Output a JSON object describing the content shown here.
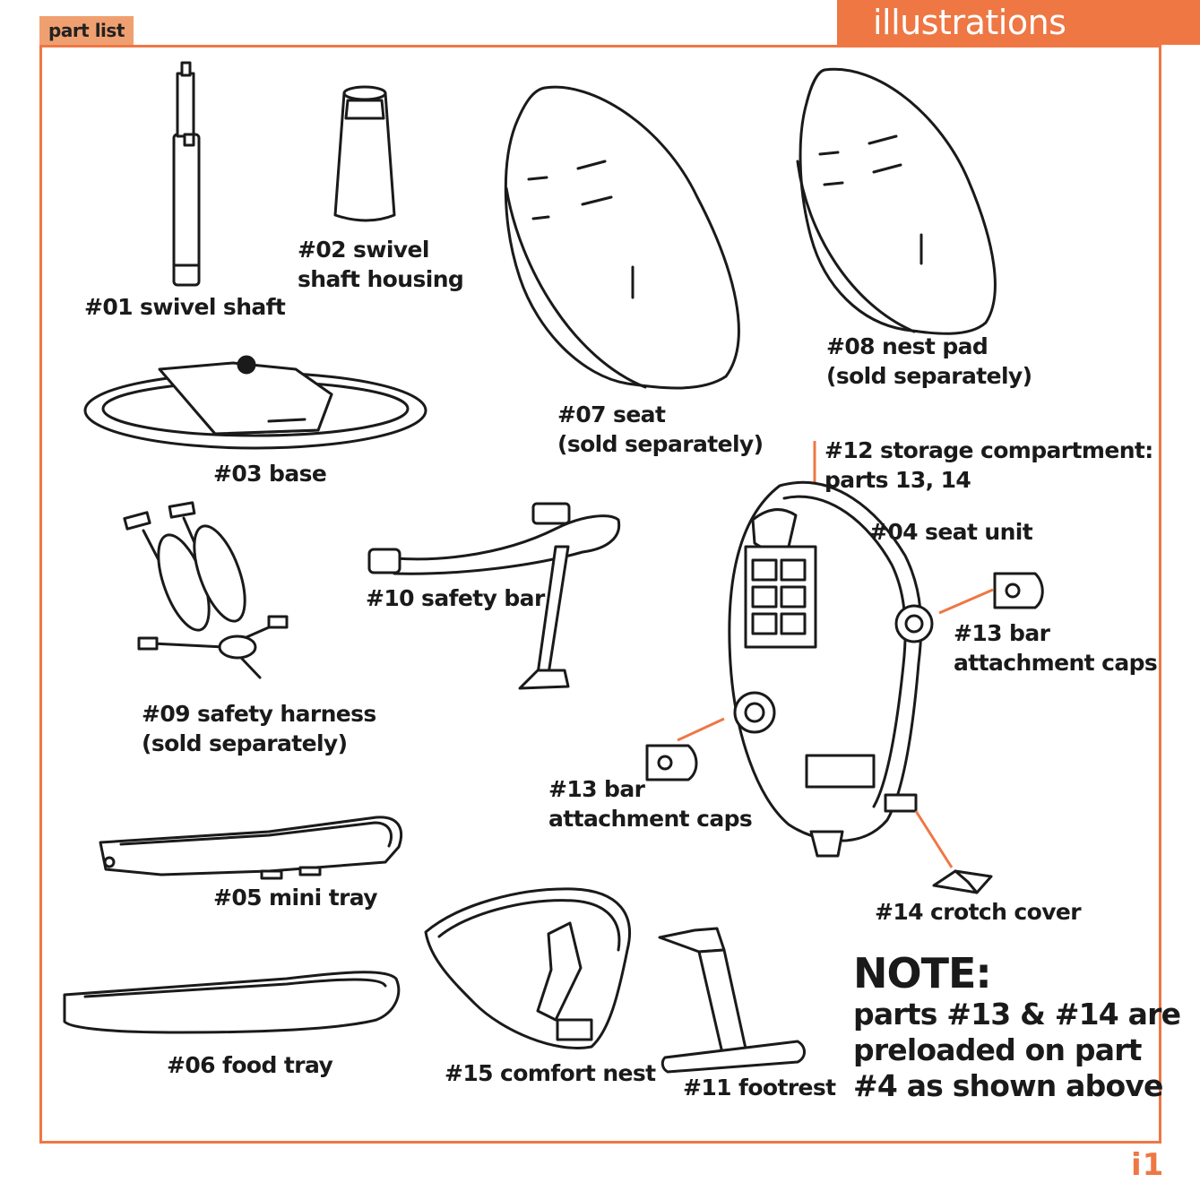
{
  "header": {
    "section_tag": "part list",
    "title": "illustrations"
  },
  "page_number": "i1",
  "parts": {
    "p01": "#01 swivel shaft",
    "p02": "#02 swivel\nshaft housing",
    "p03": "#03 base",
    "p04": "#04 seat unit",
    "p05": "#05 mini tray",
    "p06": "#06 food tray",
    "p07": "#07 seat\n(sold separately)",
    "p08": "#08 nest pad\n(sold separately)",
    "p09": "#09 safety harness\n(sold separately)",
    "p10": "#10 safety bar",
    "p11": "#11 footrest",
    "p12": "#12 storage compartment:\nparts 13, 14",
    "p13a": "#13 bar\nattachment caps",
    "p13b": "#13 bar\nattachment caps",
    "p14": "#14 crotch cover",
    "p15": "#15 comfort nest"
  },
  "note": {
    "title": "NOTE:",
    "body": "parts #13 & #14 are\npreloaded on part\n#4 as shown above"
  }
}
